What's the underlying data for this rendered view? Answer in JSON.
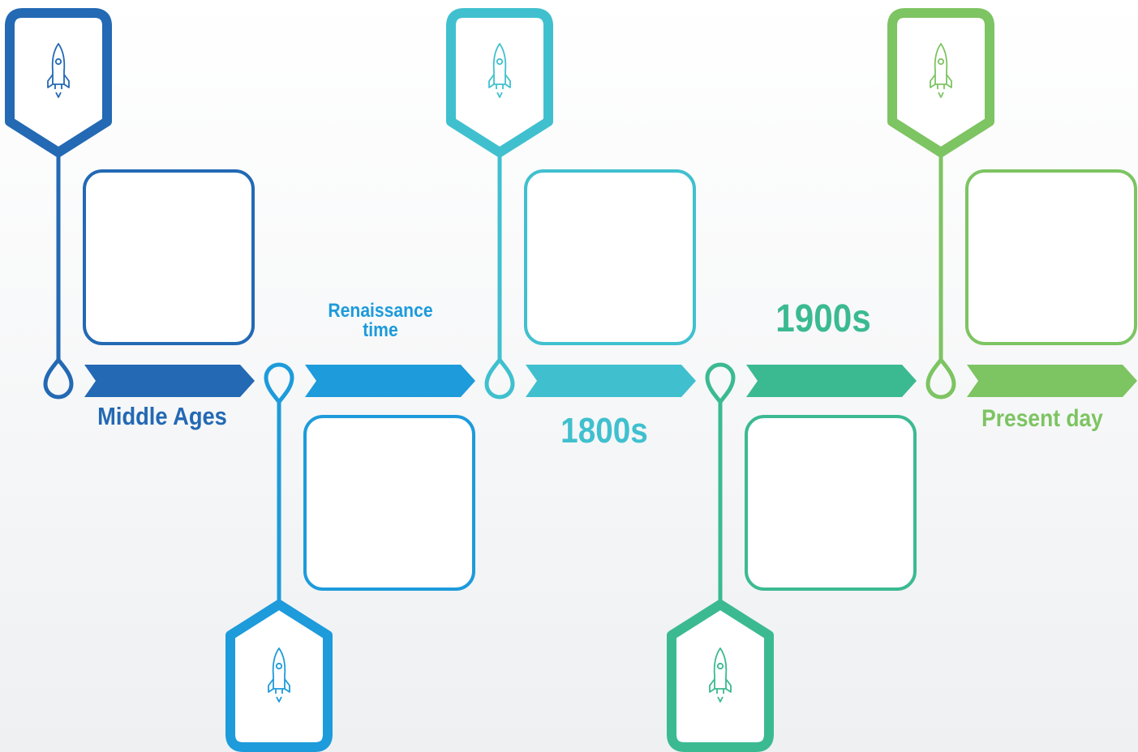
{
  "colors": {
    "stage1": "#2369B4",
    "stage2": "#1D9BDB",
    "stage3": "#40C0CF",
    "stage4": "#3BBA91",
    "stage5": "#7DC462"
  },
  "icon": "rocket-icon",
  "stages": [
    {
      "label": "Middle Ages",
      "color": "#2369B4",
      "icon": "rocket-icon"
    },
    {
      "label": "Renaissance\ntime",
      "color": "#1D9BDB",
      "icon": "rocket-icon"
    },
    {
      "label": "1800s",
      "color": "#40C0CF",
      "icon": "rocket-icon"
    },
    {
      "label": "1900s",
      "color": "#3BBA91",
      "icon": "rocket-icon"
    },
    {
      "label": "Present day",
      "color": "#7DC462",
      "icon": "rocket-icon"
    }
  ]
}
